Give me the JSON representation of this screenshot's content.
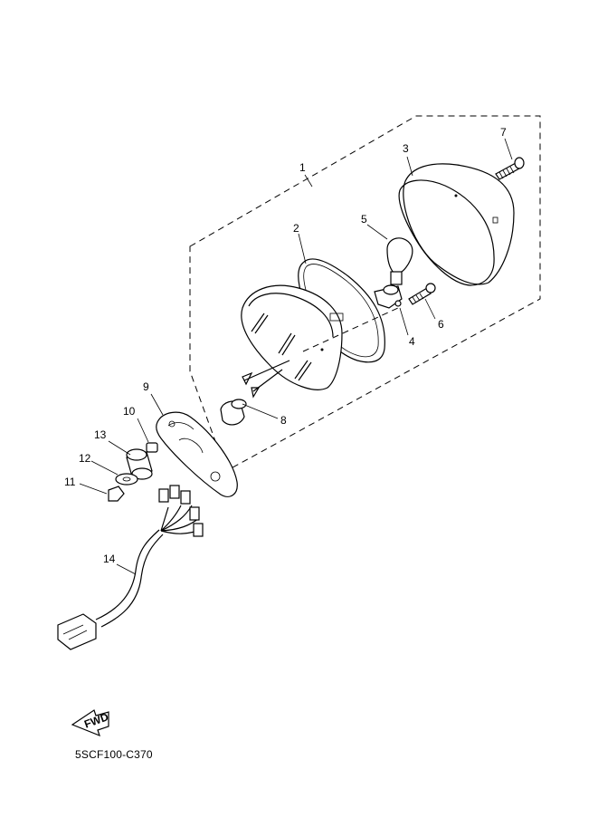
{
  "diagram": {
    "drawing_code": "5SCF100-C370",
    "fwd_label": "FWD",
    "callouts": {
      "c1": "1",
      "c2": "2",
      "c3": "3",
      "c4": "4",
      "c5": "5",
      "c6": "6",
      "c7": "7",
      "c8": "8",
      "c9": "9",
      "c10": "10",
      "c11": "11",
      "c12": "12",
      "c13": "13",
      "c14": "14"
    }
  }
}
